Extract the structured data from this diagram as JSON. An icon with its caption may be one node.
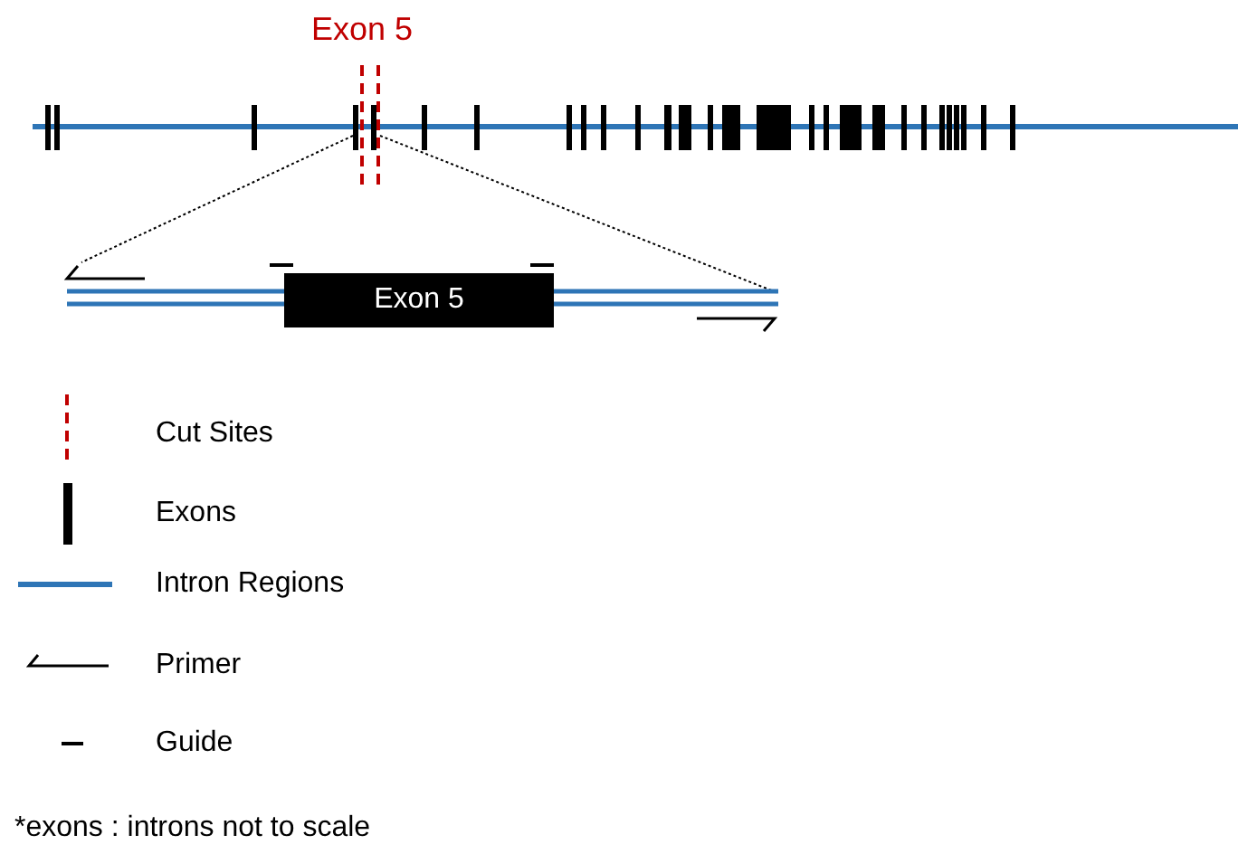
{
  "diagram": {
    "nodes": [
      {
        "text": [
          "Exon 5"
        ]
      }
    ],
    "labels": [
      "Exon 5",
      "*exons : introns not to scale"
    ],
    "legend": [
      {
        "text": "Cut Sites"
      },
      {
        "text": "Exons"
      },
      {
        "text": "Intron Regions"
      },
      {
        "text": "Primer"
      },
      {
        "text": "Guide"
      }
    ]
  }
}
